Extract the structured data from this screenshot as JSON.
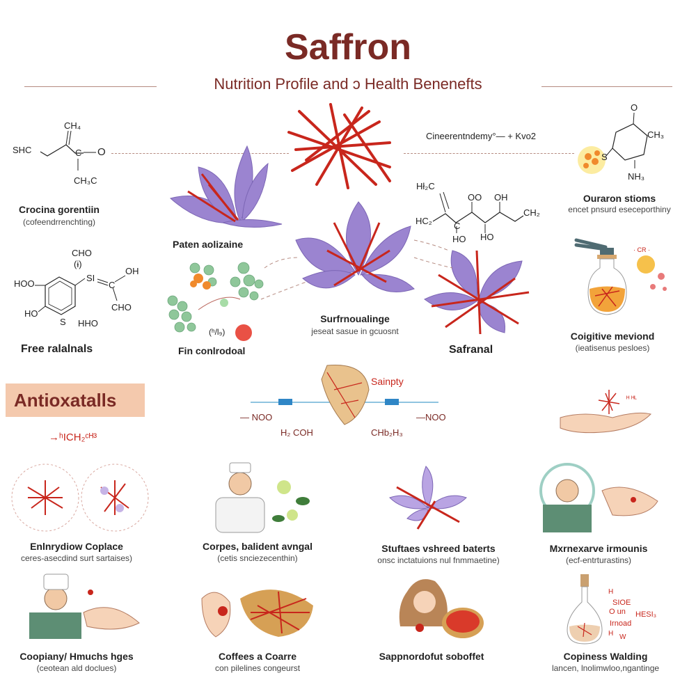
{
  "header": {
    "title": "Saffron",
    "subtitle": "Nutrition  Profile and ɔ Health Benenefts"
  },
  "colors": {
    "title": "#7a2a25",
    "stigma": "#c8261c",
    "petal": "#9b84d0",
    "banner": "#f4c9ad",
    "line": "#b58a80"
  },
  "top": {
    "molecule1": {
      "atoms": [
        "CH₄",
        "SHC",
        "C",
        "O",
        "CH₃C"
      ],
      "label": "Crocina gorentiin",
      "sub": "(cofeendrrenchting)"
    },
    "molecule2": {
      "atoms": [
        "CHO",
        "(ɨ)",
        "SI",
        "C",
        "OH",
        "HOO",
        "HO",
        "S",
        "HHO",
        "CHO"
      ],
      "label": "Free ralalnals"
    },
    "threads_caption": "Cineerentndemy°— + Kvo2",
    "flower_left_label": "Paten aolizaine",
    "particles": {
      "note": "(ʰ/l₉)",
      "label": "Fin conlrodoal"
    },
    "center_flower": {
      "label": "Surfrnoualinge",
      "sub": "jeseat sasue in gcuosnt"
    },
    "chain": {
      "atoms": [
        "Hł₂C",
        "OO",
        "OH",
        "CH₂",
        "HC₂",
        "C",
        "HO",
        "HO"
      ]
    },
    "safranal_label": "Safranal",
    "right_molecule": {
      "atoms": [
        "O",
        "CH₃",
        "S",
        "NH₃"
      ],
      "label": "Ouraron stioms",
      "sub": "encet pnsurd eseceporthiny"
    },
    "bottle": {
      "tag": "· CR ·",
      "label": "Coigitive meviond",
      "sub": "(ieatisenus pesloes)"
    }
  },
  "middle": {
    "banner": "Antioxatalls",
    "formula": "→ʰICH₂ᶜᴴ³",
    "leaf_label": "Sainpty",
    "left_noo": "— NOO",
    "right_noo": "—NOO",
    "left_formula": "H₂ COH",
    "right_formula": "CHb₂H₃",
    "hand_note": "ᴴ ᴴᴸ"
  },
  "row3": [
    {
      "label": "Enlnrydiow Coplace",
      "sub": "ceres-asecdind surt sartaises)"
    },
    {
      "label": "Corpes, balident avngal",
      "sub": "(cetis snciezecenthin)"
    },
    {
      "label": "Stuftaes vshreed baterts",
      "sub": "onsc inctatuions nul fnmmaetine)"
    },
    {
      "label": "Mxrnexarve irmounis",
      "sub": "(ecf-entrturastins)"
    }
  ],
  "row4": [
    {
      "label": "Coopiany/ Hmuchs hges",
      "sub": "(ceotean ald doclues)"
    },
    {
      "label": "Coffees a Coarre",
      "sub": "con pilelines congeurst"
    },
    {
      "label": "Sappnordofut soboffet",
      "sub": ""
    },
    {
      "label": "Copiness Walding",
      "sub": "lancen, lnolimwloo,ngantinge",
      "bottle_notes": [
        "H",
        "SIOE",
        "O un",
        "HESI₃",
        "Irnoad",
        "H",
        "W"
      ]
    }
  ]
}
